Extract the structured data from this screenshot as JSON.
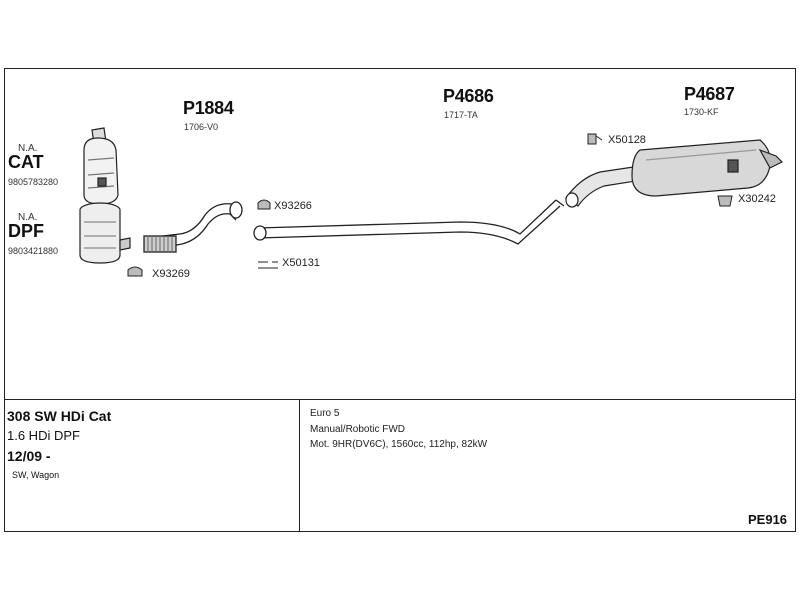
{
  "parts": {
    "p1884": {
      "number": "P1884",
      "ref": "1706-V0"
    },
    "p4686": {
      "number": "P4686",
      "ref": "1717-TA"
    },
    "p4687": {
      "number": "P4687",
      "ref": "1730-KF"
    }
  },
  "cat": {
    "na": "N.A.",
    "label": "CAT",
    "number": "9805783280"
  },
  "dpf": {
    "na": "N.A.",
    "label": "DPF",
    "number": "9803421880"
  },
  "fittings": {
    "x93266": "X93266",
    "x93269": "X93269",
    "x50131": "X50131",
    "x50128": "X50128",
    "x30242": "X30242"
  },
  "vehicle": {
    "model": "308 SW HDi Cat",
    "engine": "1.6 HDi DPF",
    "date": "12/09 -",
    "body": "SW, Wagon"
  },
  "specs": {
    "emission": "Euro 5",
    "transmission": "Manual/Robotic FWD",
    "motor": "Mot. 9HR(DV6C), 1560cc, 112hp, 82kW"
  },
  "diagram_code": "PE916"
}
